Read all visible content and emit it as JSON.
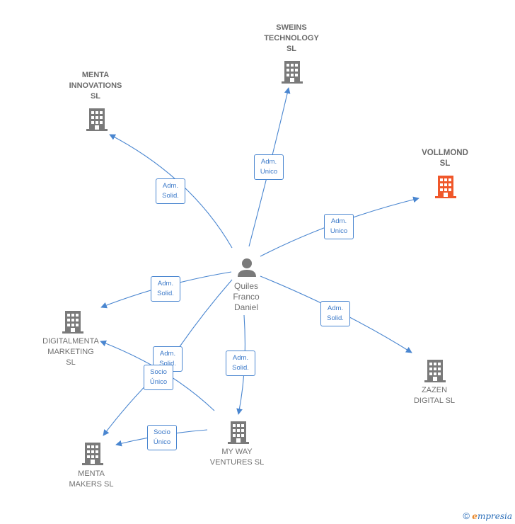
{
  "nodes": {
    "sweins": {
      "lines": [
        "SWEINS",
        "TECHNOLOGY",
        "SL"
      ],
      "color": "#7a7a7a"
    },
    "menta_innovations": {
      "lines": [
        "MENTA",
        "INNOVATIONS",
        "SL"
      ],
      "color": "#7a7a7a"
    },
    "vollmond": {
      "lines": [
        "VOLLMOND",
        "SL"
      ],
      "color": "#f0572a"
    },
    "person": {
      "lines": [
        "Quiles",
        "Franco",
        "Daniel"
      ],
      "color": "#7a7a7a"
    },
    "digitalmenta": {
      "lines": [
        "DIGITALMENTA",
        "MARKETING",
        "SL"
      ],
      "color": "#7a7a7a"
    },
    "zazen": {
      "lines": [
        "ZAZEN",
        "DIGITAL  SL"
      ],
      "color": "#7a7a7a"
    },
    "my_way": {
      "lines": [
        "MY WAY",
        "VENTURES  SL"
      ],
      "color": "#7a7a7a"
    },
    "menta_makers": {
      "lines": [
        "MENTA",
        "MAKERS  SL"
      ],
      "color": "#7a7a7a"
    }
  },
  "edges": [
    {
      "id": "to-sweins",
      "lines": [
        "Adm.",
        "Unico"
      ]
    },
    {
      "id": "to-menta-innovations",
      "lines": [
        "Adm.",
        "Solid."
      ]
    },
    {
      "id": "to-vollmond",
      "lines": [
        "Adm.",
        "Unico"
      ]
    },
    {
      "id": "to-digitalmenta",
      "lines": [
        "Adm.",
        "Solid."
      ]
    },
    {
      "id": "to-zazen",
      "lines": [
        "Adm.",
        "Solid."
      ]
    },
    {
      "id": "to-my-way-solid",
      "lines": [
        "Adm.",
        "Solid."
      ]
    },
    {
      "id": "to-my-way-solid-2",
      "lines": [
        "Adm.",
        "Solid."
      ]
    },
    {
      "id": "socio-unico-digitalmenta",
      "lines": [
        "Socio",
        "Único"
      ]
    },
    {
      "id": "socio-unico-menta-makers",
      "lines": [
        "Socio",
        "Único"
      ]
    }
  ],
  "footer": {
    "copyright": "©",
    "brand_initial": "e",
    "brand_rest": "mpresia"
  },
  "colors": {
    "edge": "#4a86d0",
    "building": "#7a7a7a",
    "highlight": "#f0572a"
  }
}
